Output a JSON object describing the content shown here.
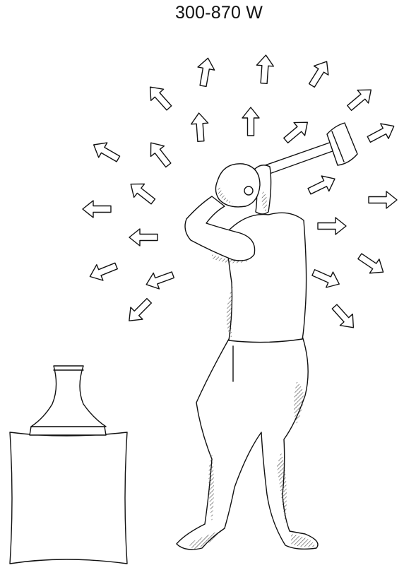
{
  "diagram": {
    "power_label": "300-870 W",
    "icons": {
      "heat_arrows": "outlined-arrow-icon",
      "figure": "man-swinging-sledgehammer",
      "anvil": "anvil-on-block"
    },
    "colors": {
      "ink": "#111111",
      "background": "#ffffff"
    }
  }
}
